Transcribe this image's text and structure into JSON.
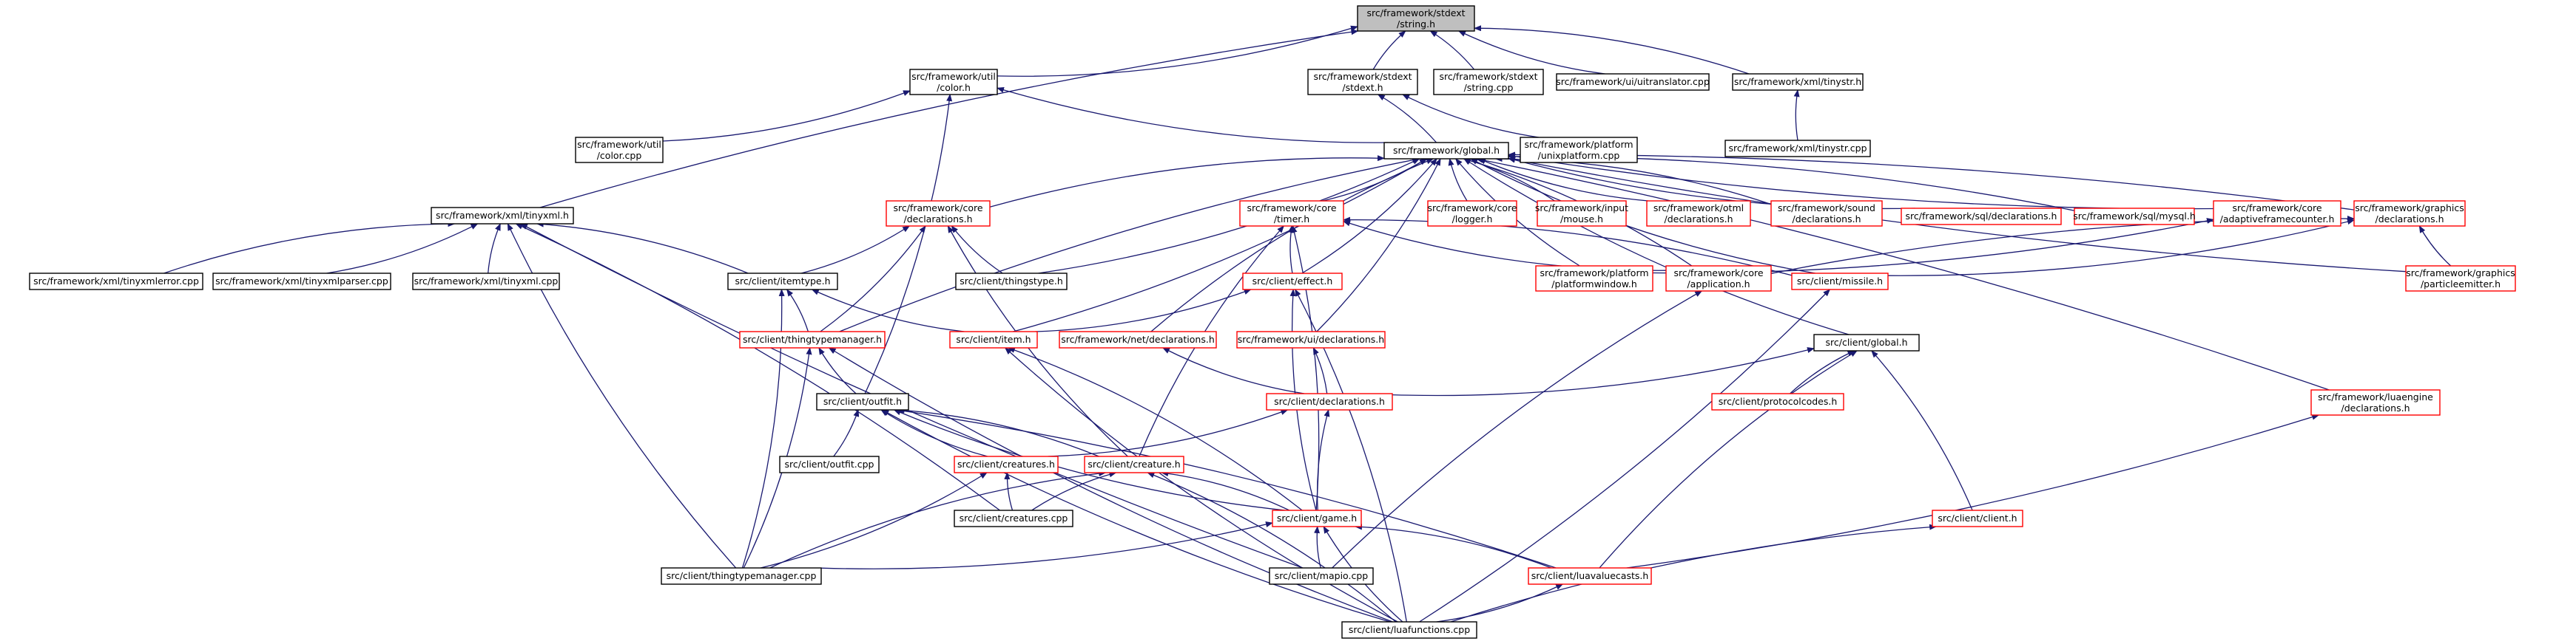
{
  "colors": {
    "edge": "#191970",
    "node_border_default": "#000000",
    "node_border_truncated": "#ff0000",
    "root_fill": "#bfbfbf",
    "node_fill": "#ffffff"
  },
  "nodes": [
    {
      "id": "stdext_string_h",
      "lines": [
        "src/framework/stdext",
        "/string.h"
      ],
      "border": "black",
      "root": true
    },
    {
      "id": "xml_tinyxml_h",
      "lines": [
        "src/framework/xml/tinyxml.h"
      ],
      "border": "black"
    },
    {
      "id": "util_color_h",
      "lines": [
        "src/framework/util",
        "/color.h"
      ],
      "border": "black"
    },
    {
      "id": "stdext_stdext_h",
      "lines": [
        "src/framework/stdext",
        "/stdext.h"
      ],
      "border": "black"
    },
    {
      "id": "stdext_string_cpp",
      "lines": [
        "src/framework/stdext",
        "/string.cpp"
      ],
      "border": "black"
    },
    {
      "id": "ui_uitranslator_cpp",
      "lines": [
        "src/framework/ui/uitranslator.cpp"
      ],
      "border": "black"
    },
    {
      "id": "xml_tinystr_h",
      "lines": [
        "src/framework/xml/tinystr.h"
      ],
      "border": "black"
    },
    {
      "id": "xml_tinystr_cpp",
      "lines": [
        "src/framework/xml/tinystr.cpp"
      ],
      "border": "black"
    },
    {
      "id": "util_color_cpp",
      "lines": [
        "src/framework/util",
        "/color.cpp"
      ],
      "border": "black"
    },
    {
      "id": "global_h",
      "lines": [
        "src/framework/global.h"
      ],
      "border": "black"
    },
    {
      "id": "platform_unixplatform_cpp",
      "lines": [
        "src/framework/platform",
        "/unixplatform.cpp"
      ],
      "border": "black"
    },
    {
      "id": "core_declarations_h",
      "lines": [
        "src/framework/core",
        "/declarations.h"
      ],
      "border": "red"
    },
    {
      "id": "core_timer_h",
      "lines": [
        "src/framework/core",
        "/timer.h"
      ],
      "border": "red"
    },
    {
      "id": "core_logger_h",
      "lines": [
        "src/framework/core",
        "/logger.h"
      ],
      "border": "red"
    },
    {
      "id": "input_mouse_h",
      "lines": [
        "src/framework/input",
        "/mouse.h"
      ],
      "border": "red"
    },
    {
      "id": "otml_declarations_h",
      "lines": [
        "src/framework/otml",
        "/declarations.h"
      ],
      "border": "red"
    },
    {
      "id": "sound_declarations_h",
      "lines": [
        "src/framework/sound",
        "/declarations.h"
      ],
      "border": "red"
    },
    {
      "id": "sql_declarations_h",
      "lines": [
        "src/framework/sql/declarations.h"
      ],
      "border": "red"
    },
    {
      "id": "sql_mysql_h",
      "lines": [
        "src/framework/sql/mysql.h"
      ],
      "border": "red"
    },
    {
      "id": "core_adaptiveframecounter_h",
      "lines": [
        "src/framework/core",
        "/adaptiveframecounter.h"
      ],
      "border": "red"
    },
    {
      "id": "graphics_declarations_h",
      "lines": [
        "src/framework/graphics",
        "/declarations.h"
      ],
      "border": "red"
    },
    {
      "id": "graphics_particleemitter_h",
      "lines": [
        "src/framework/graphics",
        "/particleemitter.h"
      ],
      "border": "red"
    },
    {
      "id": "xml_tinyxmlerror_cpp",
      "lines": [
        "src/framework/xml/tinyxmlerror.cpp"
      ],
      "border": "black"
    },
    {
      "id": "xml_tinyxmlparser_cpp",
      "lines": [
        "src/framework/xml/tinyxmlparser.cpp"
      ],
      "border": "black"
    },
    {
      "id": "xml_tinyxml_cpp",
      "lines": [
        "src/framework/xml/tinyxml.cpp"
      ],
      "border": "black"
    },
    {
      "id": "client_itemtype_h",
      "lines": [
        "src/client/itemtype.h"
      ],
      "border": "black"
    },
    {
      "id": "client_thingstype_h",
      "lines": [
        "src/client/thingstype.h"
      ],
      "border": "black"
    },
    {
      "id": "platform_platformwindow_h",
      "lines": [
        "src/framework/platform",
        "/platformwindow.h"
      ],
      "border": "red"
    },
    {
      "id": "core_application_h",
      "lines": [
        "src/framework/core",
        "/application.h"
      ],
      "border": "red"
    },
    {
      "id": "client_missile_h",
      "lines": [
        "src/client/missile.h"
      ],
      "border": "red"
    },
    {
      "id": "client_effect_h",
      "lines": [
        "src/client/effect.h"
      ],
      "border": "red"
    },
    {
      "id": "client_thingtypemanager_h",
      "lines": [
        "src/client/thingtypemanager.h"
      ],
      "border": "red"
    },
    {
      "id": "client_item_h",
      "lines": [
        "src/client/item.h"
      ],
      "border": "red"
    },
    {
      "id": "net_declarations_h",
      "lines": [
        "src/framework/net/declarations.h"
      ],
      "border": "red"
    },
    {
      "id": "ui_declarations_h",
      "lines": [
        "src/framework/ui/declarations.h"
      ],
      "border": "red"
    },
    {
      "id": "client_global_h",
      "lines": [
        "src/client/global.h"
      ],
      "border": "black"
    },
    {
      "id": "client_outfit_h",
      "lines": [
        "src/client/outfit.h"
      ],
      "border": "black"
    },
    {
      "id": "client_declarations_h",
      "lines": [
        "src/client/declarations.h"
      ],
      "border": "red"
    },
    {
      "id": "client_protocolcodes_h",
      "lines": [
        "src/client/protocolcodes.h"
      ],
      "border": "red"
    },
    {
      "id": "luaengine_declarations_h",
      "lines": [
        "src/framework/luaengine",
        "/declarations.h"
      ],
      "border": "red"
    },
    {
      "id": "client_outfit_cpp",
      "lines": [
        "src/client/outfit.cpp"
      ],
      "border": "black"
    },
    {
      "id": "client_creatures_h",
      "lines": [
        "src/client/creatures.h"
      ],
      "border": "red"
    },
    {
      "id": "client_creature_h",
      "lines": [
        "src/client/creature.h"
      ],
      "border": "red"
    },
    {
      "id": "client_creatures_cpp",
      "lines": [
        "src/client/creatures.cpp"
      ],
      "border": "black"
    },
    {
      "id": "client_game_h",
      "lines": [
        "src/client/game.h"
      ],
      "border": "red"
    },
    {
      "id": "client_client_h",
      "lines": [
        "src/client/client.h"
      ],
      "border": "red"
    },
    {
      "id": "client_thingtypemanager_cpp",
      "lines": [
        "src/client/thingtypemanager.cpp"
      ],
      "border": "black"
    },
    {
      "id": "client_mapio_cpp",
      "lines": [
        "src/client/mapio.cpp"
      ],
      "border": "black"
    },
    {
      "id": "client_luavaluecasts_h",
      "lines": [
        "src/client/luavaluecasts.h"
      ],
      "border": "red"
    },
    {
      "id": "client_luafunctions_cpp",
      "lines": [
        "src/client/luafunctions.cpp"
      ],
      "border": "black"
    }
  ],
  "edges": [
    [
      "xml_tinyxml_h",
      "stdext_string_h"
    ],
    [
      "util_color_h",
      "stdext_string_h"
    ],
    [
      "stdext_stdext_h",
      "stdext_string_h"
    ],
    [
      "stdext_string_cpp",
      "stdext_string_h"
    ],
    [
      "ui_uitranslator_cpp",
      "stdext_string_h"
    ],
    [
      "xml_tinystr_h",
      "stdext_string_h"
    ],
    [
      "xml_tinystr_cpp",
      "xml_tinystr_h"
    ],
    [
      "util_color_cpp",
      "util_color_h"
    ],
    [
      "global_h",
      "util_color_h"
    ],
    [
      "global_h",
      "stdext_stdext_h"
    ],
    [
      "platform_unixplatform_cpp",
      "stdext_stdext_h"
    ],
    [
      "client_outfit_h",
      "util_color_h"
    ],
    [
      "core_declarations_h",
      "global_h"
    ],
    [
      "core_timer_h",
      "global_h"
    ],
    [
      "core_logger_h",
      "global_h"
    ],
    [
      "input_mouse_h",
      "global_h"
    ],
    [
      "otml_declarations_h",
      "global_h"
    ],
    [
      "sound_declarations_h",
      "global_h"
    ],
    [
      "sql_declarations_h",
      "global_h"
    ],
    [
      "sql_mysql_h",
      "global_h"
    ],
    [
      "core_adaptiveframecounter_h",
      "global_h"
    ],
    [
      "graphics_declarations_h",
      "global_h"
    ],
    [
      "graphics_particleemitter_h",
      "global_h"
    ],
    [
      "client_thingstype_h",
      "global_h"
    ],
    [
      "platform_platformwindow_h",
      "global_h"
    ],
    [
      "core_application_h",
      "global_h"
    ],
    [
      "client_missile_h",
      "global_h"
    ],
    [
      "client_effect_h",
      "global_h"
    ],
    [
      "client_thingtypemanager_h",
      "global_h"
    ],
    [
      "client_item_h",
      "global_h"
    ],
    [
      "net_declarations_h",
      "global_h"
    ],
    [
      "ui_declarations_h",
      "global_h"
    ],
    [
      "client_global_h",
      "global_h"
    ],
    [
      "luaengine_declarations_h",
      "global_h"
    ],
    [
      "xml_tinyxmlerror_cpp",
      "xml_tinyxml_h"
    ],
    [
      "xml_tinyxmlparser_cpp",
      "xml_tinyxml_h"
    ],
    [
      "xml_tinyxml_cpp",
      "xml_tinyxml_h"
    ],
    [
      "client_itemtype_h",
      "xml_tinyxml_h"
    ],
    [
      "client_thingtypemanager_cpp",
      "xml_tinyxml_h"
    ],
    [
      "client_creatures_cpp",
      "xml_tinyxml_h"
    ],
    [
      "client_mapio_cpp",
      "xml_tinyxml_h"
    ],
    [
      "client_itemtype_h",
      "core_declarations_h"
    ],
    [
      "client_thingstype_h",
      "core_declarations_h"
    ],
    [
      "client_thingtypemanager_h",
      "core_declarations_h"
    ],
    [
      "client_creature_h",
      "core_declarations_h"
    ],
    [
      "client_thingtypemanager_h",
      "client_itemtype_h"
    ],
    [
      "client_item_h",
      "client_itemtype_h"
    ],
    [
      "client_thingtypemanager_cpp",
      "client_itemtype_h"
    ],
    [
      "client_effect_h",
      "core_timer_h"
    ],
    [
      "client_missile_h",
      "core_timer_h"
    ],
    [
      "core_application_h",
      "core_timer_h"
    ],
    [
      "client_game_h",
      "core_timer_h"
    ],
    [
      "client_creature_h",
      "core_timer_h"
    ],
    [
      "platform_platformwindow_h",
      "core_adaptiveframecounter_h"
    ],
    [
      "core_application_h",
      "graphics_declarations_h"
    ],
    [
      "client_missile_h",
      "graphics_declarations_h"
    ],
    [
      "graphics_particleemitter_h",
      "graphics_declarations_h"
    ],
    [
      "client_item_h",
      "client_effect_h"
    ],
    [
      "client_game_h",
      "client_effect_h"
    ],
    [
      "client_luafunctions_cpp",
      "client_effect_h"
    ],
    [
      "client_outfit_h",
      "client_thingtypemanager_h"
    ],
    [
      "client_thingtypemanager_cpp",
      "client_thingtypemanager_h"
    ],
    [
      "client_luafunctions_cpp",
      "client_thingtypemanager_h"
    ],
    [
      "client_game_h",
      "client_item_h"
    ],
    [
      "client_luafunctions_cpp",
      "client_item_h"
    ],
    [
      "client_declarations_h",
      "ui_declarations_h"
    ],
    [
      "client_declarations_h",
      "net_declarations_h"
    ],
    [
      "client_declarations_h",
      "client_global_h"
    ],
    [
      "client_protocolcodes_h",
      "client_global_h"
    ],
    [
      "client_client_h",
      "client_global_h"
    ],
    [
      "client_luavaluecasts_h",
      "client_global_h"
    ],
    [
      "client_outfit_cpp",
      "client_outfit_h"
    ],
    [
      "client_creatures_h",
      "client_outfit_h"
    ],
    [
      "client_creature_h",
      "client_outfit_h"
    ],
    [
      "client_game_h",
      "client_outfit_h"
    ],
    [
      "client_luavaluecasts_h",
      "client_outfit_h"
    ],
    [
      "client_luafunctions_cpp",
      "client_outfit_h"
    ],
    [
      "client_creatures_h",
      "client_declarations_h"
    ],
    [
      "client_game_h",
      "client_declarations_h"
    ],
    [
      "client_luavaluecasts_h",
      "luaengine_declarations_h"
    ],
    [
      "client_creatures_cpp",
      "client_creatures_h"
    ],
    [
      "client_thingtypemanager_cpp",
      "client_creatures_h"
    ],
    [
      "client_creatures_cpp",
      "client_creature_h"
    ],
    [
      "client_game_h",
      "client_creature_h"
    ],
    [
      "client_thingtypemanager_cpp",
      "client_creature_h"
    ],
    [
      "client_luafunctions_cpp",
      "client_creature_h"
    ],
    [
      "client_mapio_cpp",
      "client_game_h"
    ],
    [
      "client_luavaluecasts_h",
      "client_game_h"
    ],
    [
      "client_luafunctions_cpp",
      "client_game_h"
    ],
    [
      "client_thingtypemanager_cpp",
      "client_game_h"
    ],
    [
      "client_luafunctions_cpp",
      "client_client_h"
    ],
    [
      "client_luafunctions_cpp",
      "client_luavaluecasts_h"
    ],
    [
      "client_mapio_cpp",
      "core_application_h"
    ],
    [
      "client_luafunctions_cpp",
      "client_missile_h"
    ]
  ]
}
